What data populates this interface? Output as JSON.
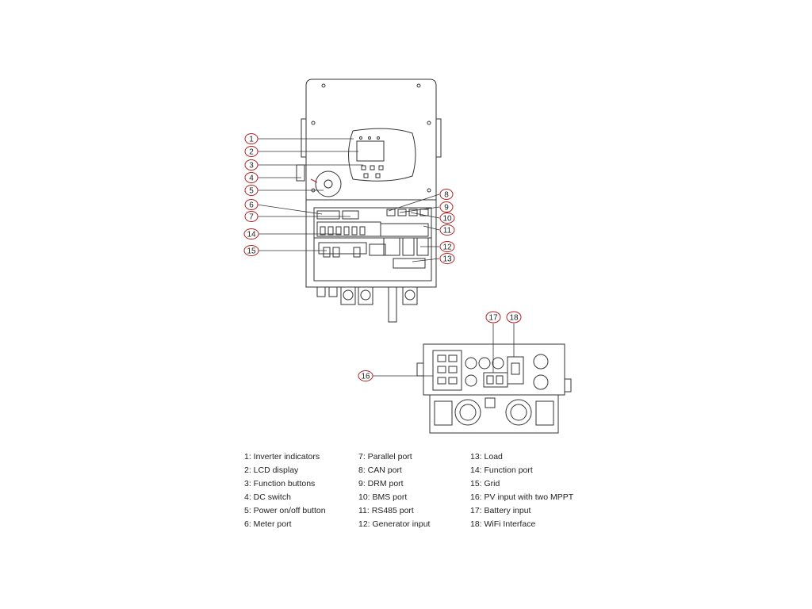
{
  "legend": [
    "1: Inverter indicators",
    "2: LCD display",
    "3: Function buttons",
    "4: DC switch",
    "5: Power on/off button",
    "6: Meter port",
    "7: Parallel port",
    "8: CAN port",
    "9: DRM port",
    "10: BMS port",
    "11: RS485 port",
    "12: Generator input",
    "13: Load",
    "14: Function port",
    "15: Grid",
    "16: PV input with two MPPT",
    "17: Battery input",
    "18: WiFi Interface"
  ],
  "callouts": [
    "1",
    "2",
    "3",
    "4",
    "5",
    "6",
    "7",
    "8",
    "9",
    "10",
    "11",
    "12",
    "13",
    "14",
    "15",
    "16",
    "17",
    "18"
  ],
  "colors": {
    "line": "#333333",
    "callout": "#b22222",
    "text": "#222222"
  }
}
